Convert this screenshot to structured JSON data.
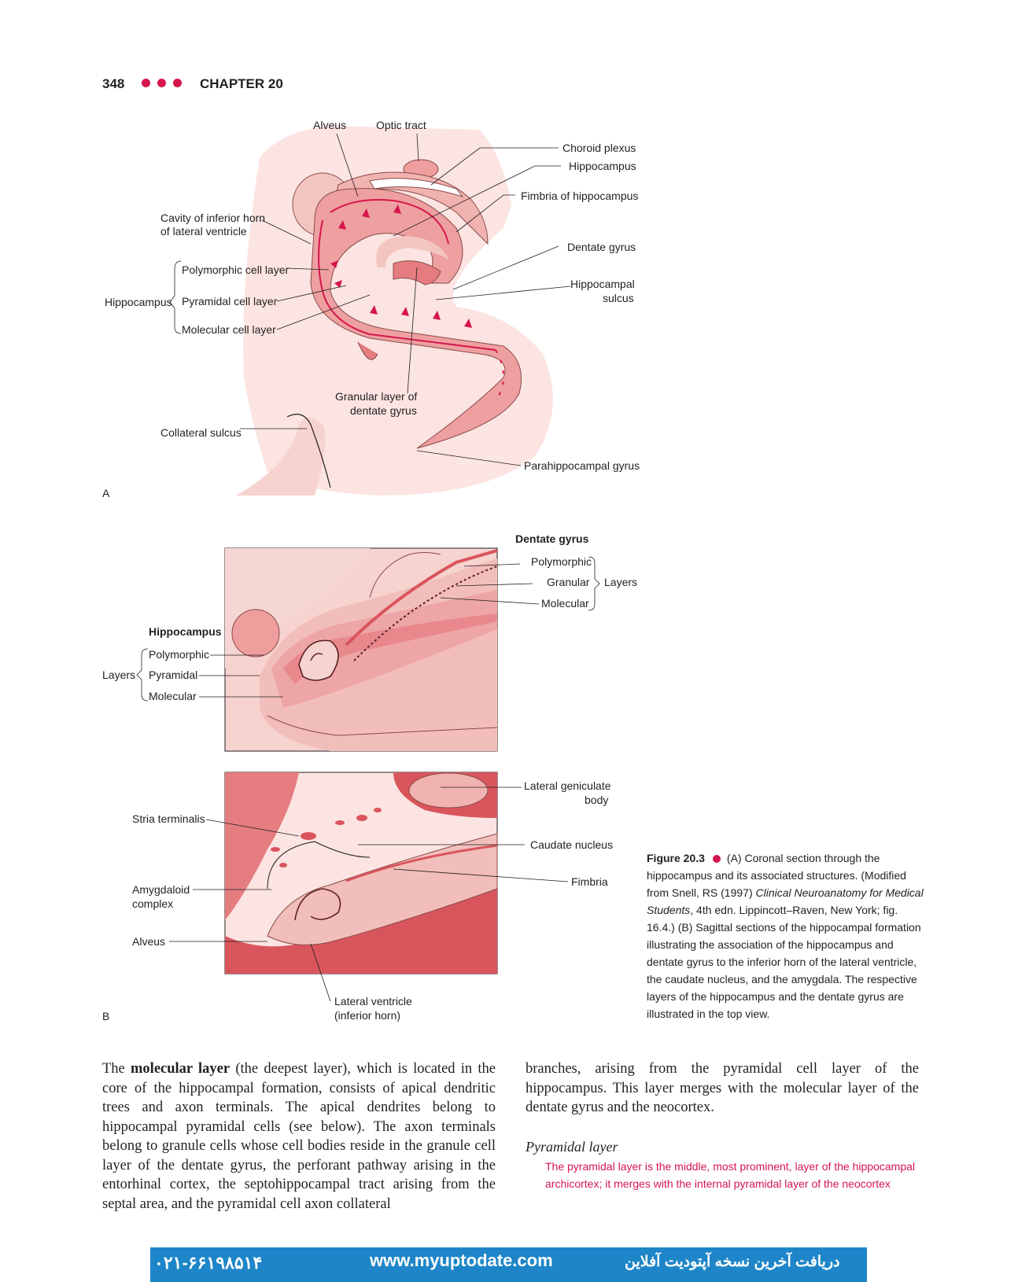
{
  "header": {
    "page_number": "348",
    "chapter": "CHAPTER 20"
  },
  "colors": {
    "accent": "#d6164d",
    "tissue_light": "#f7d9d6",
    "tissue_mid": "#ef9e9e",
    "tissue_dark": "#d9555c",
    "footer_bg": "#1e86c8"
  },
  "figA": {
    "panel_label": "A",
    "labels": {
      "alveus": "Alveus",
      "optic_tract": "Optic tract",
      "choroid_plexus": "Choroid plexus",
      "hippocampus_top": "Hippocampus",
      "fimbria": "Fimbria of hippocampus",
      "cavity_1": "Cavity of inferior horn",
      "cavity_2": "of lateral ventricle",
      "dentate_gyrus": "Dentate gyrus",
      "polymorphic": "Polymorphic cell layer",
      "hippocampal_sulcus_1": "Hippocampal",
      "hippocampal_sulcus_2": "sulcus",
      "hippocampus_left": "Hippocampus",
      "pyramidal": "Pyramidal cell layer",
      "molecular": "Molecular cell layer",
      "granular_1": "Granular layer of",
      "granular_2": "dentate gyrus",
      "collateral_sulcus": "Collateral sulcus",
      "parahippocampal": "Parahippocampal gyrus"
    }
  },
  "figB": {
    "panel_label": "B",
    "top": {
      "dentate_title": "Dentate gyrus",
      "dg_polymorphic": "Polymorphic",
      "dg_granular": "Granular",
      "dg_molecular": "Molecular",
      "dg_layers": "Layers",
      "hippo_title": "Hippocampus",
      "h_polymorphic": "Polymorphic",
      "h_pyramidal": "Pyramidal",
      "h_molecular": "Molecular",
      "h_layers": "Layers"
    },
    "bottom": {
      "lateral_geniculate_1": "Lateral geniculate",
      "lateral_geniculate_2": "body",
      "stria": "Stria terminalis",
      "caudate": "Caudate nucleus",
      "fimbria": "Fimbria",
      "amygdaloid_1": "Amygdaloid",
      "amygdaloid_2": "complex",
      "alveus": "Alveus",
      "lat_ventricle_1": "Lateral ventricle",
      "lat_ventricle_2": "(inferior horn)"
    }
  },
  "caption": {
    "figure_label": "Figure 20.3",
    "text_1": "(A) Coronal section through the hippocampus and its associated structures. (Modified from Snell, RS (1997) ",
    "book_title": "Clinical Neuroanatomy for Medical Students",
    "text_2": ", 4th edn. Lippincott–Raven, New York; fig. 16.4.) (B) Sagittal sections of the hippocampal formation illustrating the association of the hippocampus and dentate gyrus to the inferior horn of the lateral ventricle, the caudate nucleus, and the amygdala. The respective layers of the hippocampus and the dentate gyrus are illustrated in the top view."
  },
  "body": {
    "col1_prefix": "The ",
    "col1_bold": "molecular layer",
    "col1_text": " (the deepest layer), which is located in the core of the hippocampal formation, consists of apical dendritic trees and axon terminals. The apical dendrites belong to hippocampal pyramidal cells (see below). The axon terminals belong to granule cells whose cell bodies reside in the granule cell layer of the dentate gyrus, the perforant pathway arising in the entorhinal cortex, the septohippocampal tract arising from the septal area, and the pyramidal cell axon collateral",
    "col2_text": "branches, arising from the pyramidal cell layer of the hippocampus. This layer merges with the molecular layer of the dentate gyrus and the neocortex.",
    "subheading": "Pyramidal layer",
    "margin_note": "The pyramidal layer is the middle, most prominent, layer of the hippocampal archicortex; it merges with the internal pyramidal layer of the neocortex"
  },
  "footer": {
    "phone": "۰۲۱-۶۶۱۹۸۵۱۴",
    "url": "www.myuptodate.com",
    "persian": "دریافت آخرین نسخه آپتودیت آفلاین"
  }
}
